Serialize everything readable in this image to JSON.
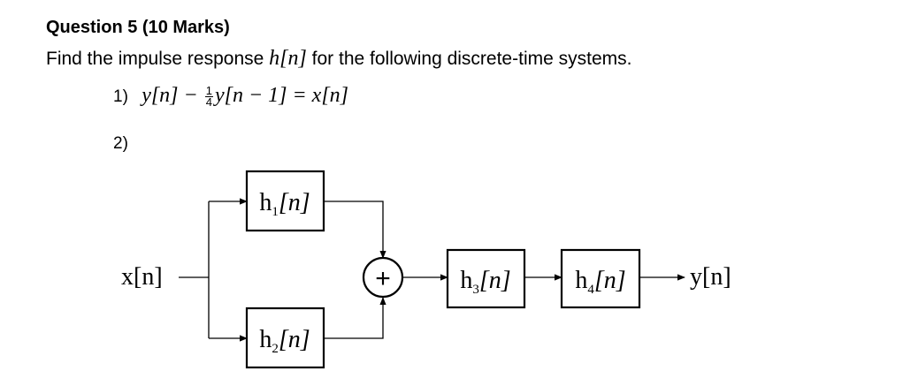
{
  "heading": "Question 5 (10 Marks)",
  "prompt": {
    "before": "Find the impulse response ",
    "symbol": "h[n]",
    "after": " for the following discrete-time systems."
  },
  "items": {
    "one": {
      "marker": "1)",
      "lhs": "y[n] −",
      "frac_num": "1",
      "frac_den": "4",
      "rhs": "y[n − 1] = x[n]"
    },
    "two": {
      "marker": "2)"
    }
  },
  "diagram": {
    "input": "x[n]",
    "output": "y[n]",
    "adder": "+",
    "blocks": {
      "h1": {
        "base": "h",
        "sub": "1",
        "arg": "[n]"
      },
      "h2": {
        "base": "h",
        "sub": "2",
        "arg": "[n]"
      },
      "h3": {
        "base": "h",
        "sub": "3",
        "arg": "[n]"
      },
      "h4": {
        "base": "h",
        "sub": "4",
        "arg": "[n]"
      }
    }
  }
}
